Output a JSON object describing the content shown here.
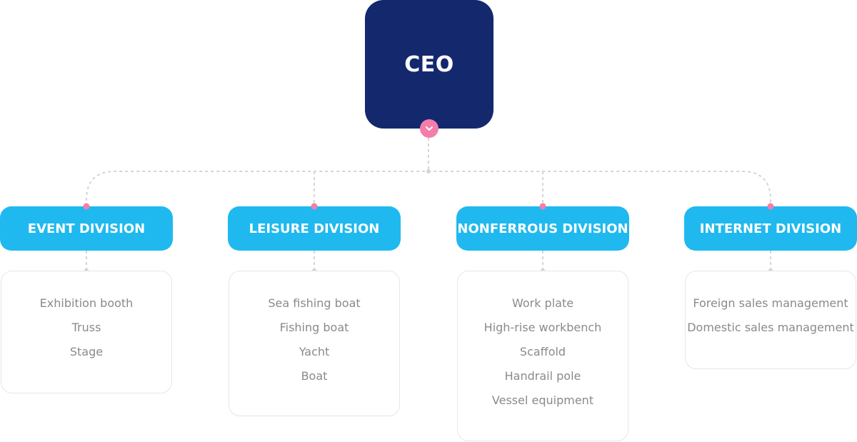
{
  "ceo": {
    "label": "CEO"
  },
  "colors": {
    "ceo_fill": "#14286e",
    "division_fill": "#1fb9ef",
    "accent_dot": "#f37ea9",
    "connector": "#d4d4dc",
    "item_text": "#8a8a8a"
  },
  "divisions": [
    {
      "label": "EVENT DIVISION",
      "items": [
        "Exhibition booth",
        "Truss",
        "Stage"
      ]
    },
    {
      "label": "LEISURE DIVISION",
      "items": [
        "Sea fishing boat",
        "Fishing boat",
        "Yacht",
        "Boat"
      ]
    },
    {
      "label": "NONFERROUS DIVISION",
      "items": [
        "Work plate",
        "High-rise workbench",
        "Scaffold",
        "Handrail pole",
        "Vessel equipment"
      ]
    },
    {
      "label": "INTERNET DIVISION",
      "items": [
        "Foreign sales management",
        "Domestic sales management"
      ]
    }
  ]
}
